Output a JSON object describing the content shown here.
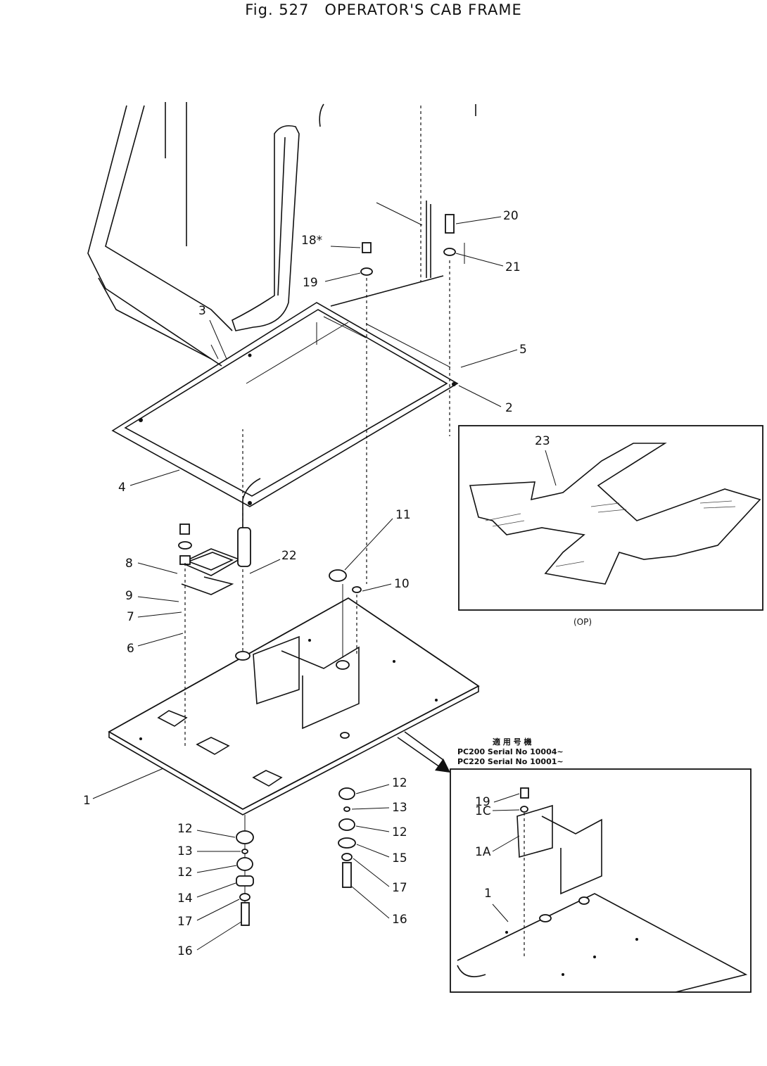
{
  "title": {
    "fig_prefix": "Fig. 527",
    "name": "OPERATOR'S CAB FRAME"
  },
  "callouts": {
    "c1": "1",
    "c2": "2",
    "c3": "3",
    "c4": "4",
    "c5": "5",
    "c6": "6",
    "c7": "7",
    "c8": "8",
    "c9": "9",
    "c10": "10",
    "c11": "11",
    "c12a": "12",
    "c12b": "12",
    "c12c": "12",
    "c12d": "12",
    "c13a": "13",
    "c13b": "13",
    "c14": "14",
    "c15": "15",
    "c16a": "16",
    "c16b": "16",
    "c17a": "17",
    "c17b": "17",
    "c18": "18",
    "c18a": "18*",
    "c19a": "19",
    "c19b": "19",
    "c20": "20",
    "c21": "21",
    "c22": "22",
    "c23": "23",
    "c1a": "1",
    "c1A": "1A",
    "c1C": "1C"
  },
  "inset_option": {
    "label": "(OP)"
  },
  "inset_serial": {
    "header": "適 用 号 機",
    "line1": "PC200 Serial No 10004~",
    "line2": "PC220 Serial No 10001~"
  }
}
